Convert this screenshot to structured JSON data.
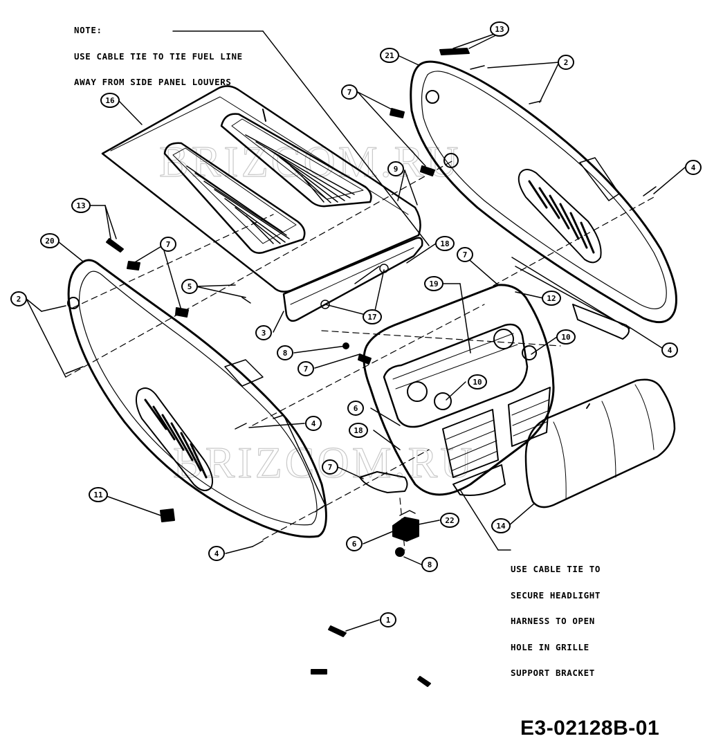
{
  "notes": {
    "fuel_line_lines": [
      "NOTE:",
      "USE CABLE TIE TO TIE FUEL LINE",
      "AWAY FROM SIDE PANEL LOUVERS"
    ],
    "headlight_lines": [
      "USE CABLE TIE TO",
      "SECURE HEADLIGHT",
      "HARNESS TO OPEN",
      "HOLE IN GRILLE",
      "SUPPORT BRACKET"
    ]
  },
  "drawing_number": "E3-02128B-01",
  "watermark": "BRIZCOM.RU",
  "callouts": [
    "13",
    "21",
    "2",
    "7",
    "16",
    "9",
    "4",
    "13",
    "20",
    "7",
    "18",
    "2",
    "5",
    "7",
    "12",
    "3",
    "17",
    "19",
    "8",
    "7",
    "10",
    "10",
    "6",
    "18",
    "7",
    "14",
    "11",
    "4",
    "22",
    "6",
    "8",
    "1",
    "4"
  ]
}
